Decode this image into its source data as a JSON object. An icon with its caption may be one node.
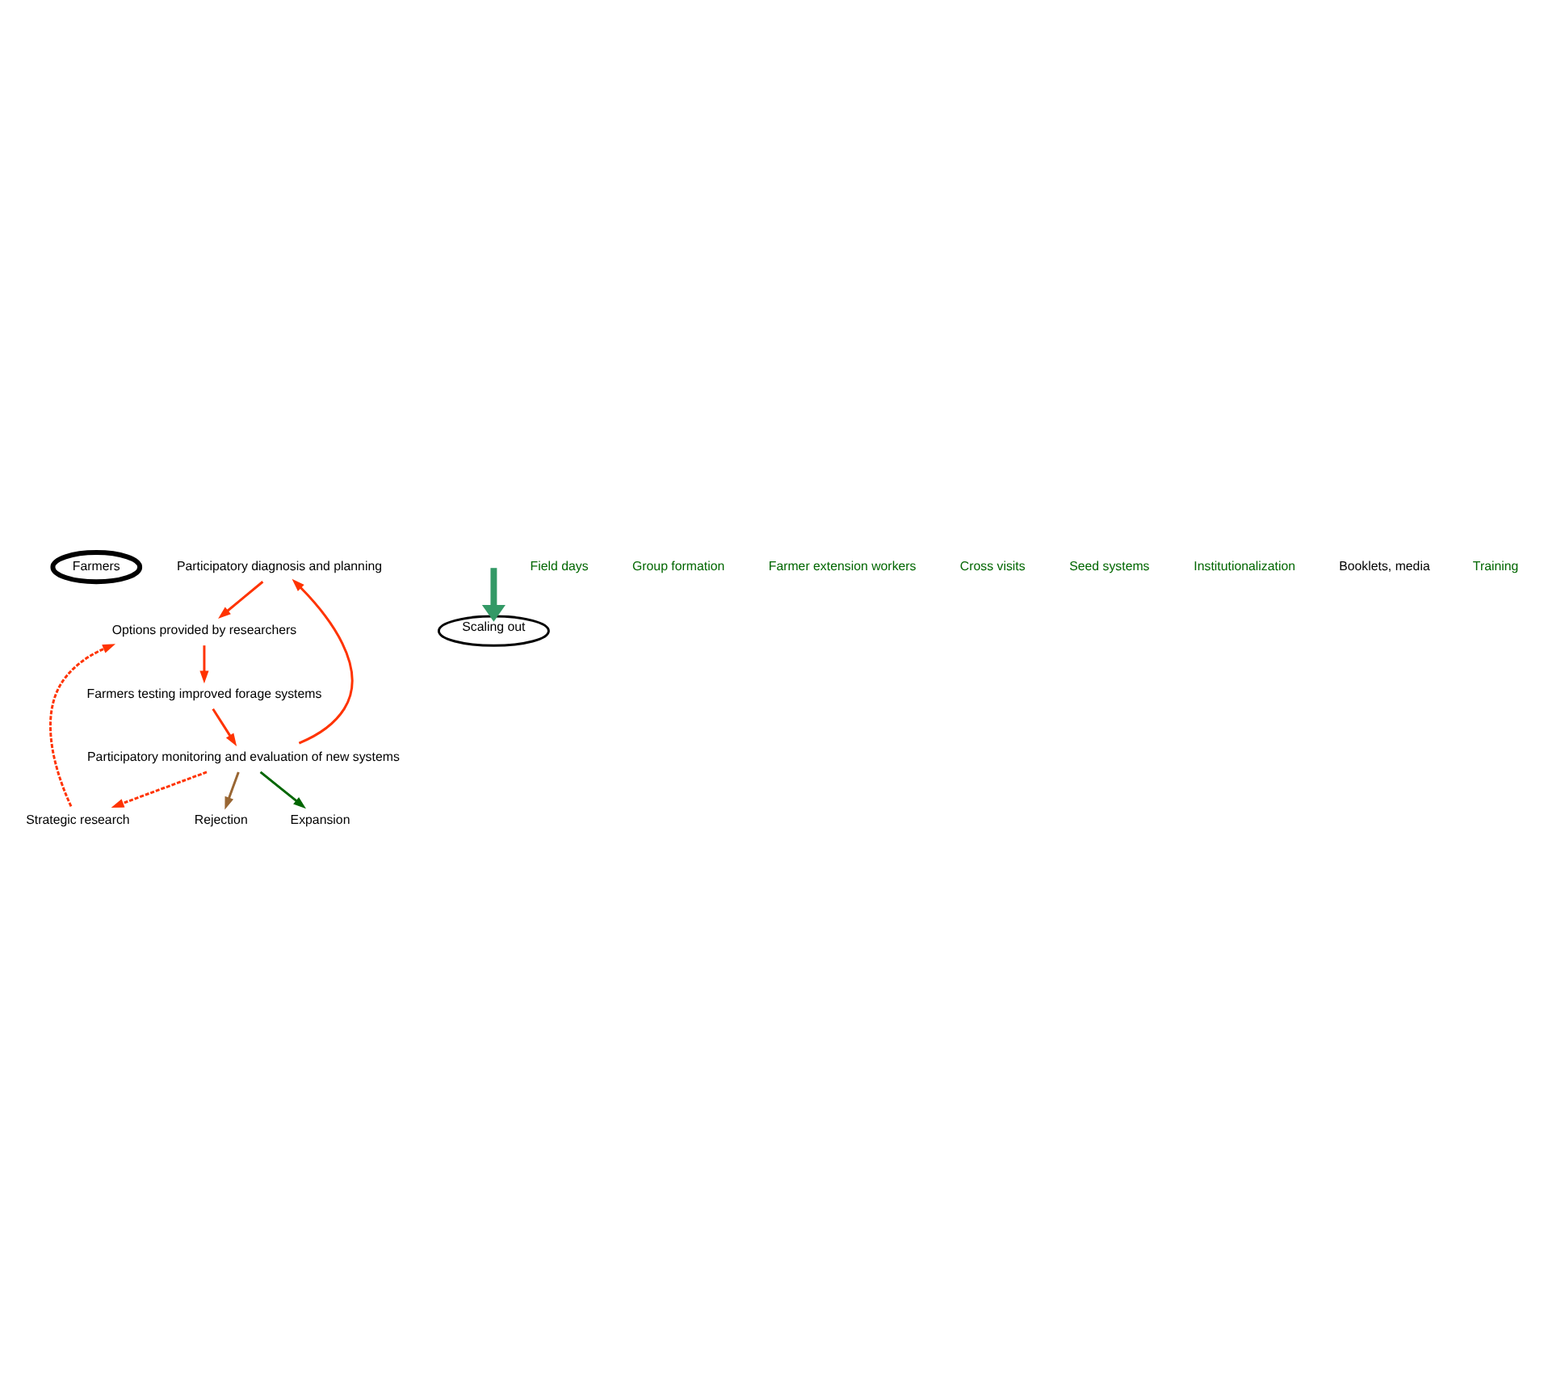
{
  "diagram": {
    "nodes": [
      {
        "text": [
          "Farmers"
        ]
      },
      {
        "text": [
          "Participatory diagnosis and planning"
        ]
      },
      {
        "text": [
          "Options provided by researchers"
        ]
      },
      {
        "text": [
          "Farmers testing improved forage systems"
        ]
      },
      {
        "text": [
          "Participatory monitoring and evaluation of new systems"
        ]
      },
      {
        "text": [
          "Expansion"
        ]
      },
      {
        "text": [
          "Rejection"
        ]
      },
      {
        "text": [
          "Strategic research"
        ]
      },
      {
        "text": [
          "Scaling out"
        ]
      }
    ],
    "edges": [
      {
        "from": 4,
        "to": 1,
        "arrow": "to"
      },
      {
        "from": 1,
        "to": 2,
        "arrow": "to"
      },
      {
        "from": 2,
        "to": 3,
        "arrow": "to"
      },
      {
        "from": 3,
        "to": 4,
        "arrow": "to"
      },
      {
        "from": 4,
        "to": 5,
        "arrow": "to",
        "color": "#006600"
      },
      {
        "from": 4,
        "to": 6,
        "arrow": "to",
        "color": "#996633"
      },
      {
        "from": 4,
        "to": 7,
        "arrow": "to",
        "style": "dashed"
      },
      {
        "from": 7,
        "to": 2,
        "arrow": "to",
        "style": "dashed"
      },
      {
        "from": null,
        "to": 8,
        "arrow": "to",
        "style": "thick",
        "color": "#339966"
      }
    ],
    "labels": [
      "Field days",
      "Group formation",
      "Farmer extension workers",
      "Cross visits",
      "Seed systems",
      "Institutionalization",
      "Booklets, media",
      "Training"
    ]
  }
}
